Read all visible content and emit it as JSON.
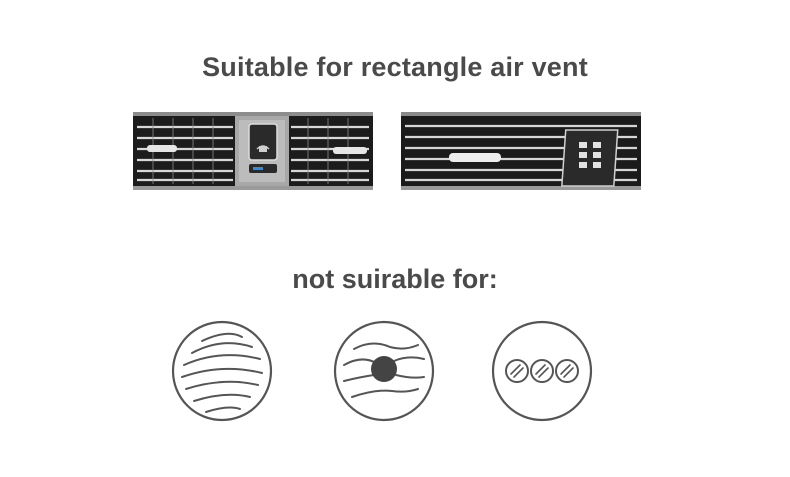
{
  "suitable_section": {
    "title": "Suitable for rectangle air vent",
    "examples": [
      {
        "icon": "rectangle-vent-with-center-control-photo"
      },
      {
        "icon": "rectangle-vent-with-side-dial-photo"
      }
    ]
  },
  "not_suitable_section": {
    "title": "not suirable for:",
    "examples": [
      {
        "icon": "round-spiral-vent-icon"
      },
      {
        "icon": "round-ball-vent-icon"
      },
      {
        "icon": "triple-round-vent-icon"
      }
    ]
  },
  "colors": {
    "text": "#4a4a4a",
    "icon_stroke": "#555555",
    "vent_dark": "#1b1b1b",
    "vent_slat": "#d9d9d9"
  }
}
